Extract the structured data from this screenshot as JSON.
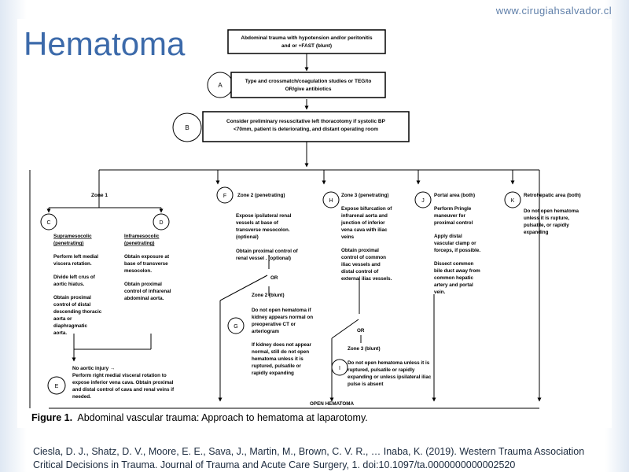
{
  "header": {
    "url": "www.cirugiahsalvador.cl",
    "title": "Hematoma"
  },
  "flow": {
    "top_box": [
      "Abdominal trauma with hypotension and/or peritonitis",
      "and or +FAST (blunt)"
    ],
    "A": {
      "letter": "A",
      "lines": [
        "Type and crossmatch/coagulation studies or TEG/to",
        "OR/give antibiotics"
      ]
    },
    "B": {
      "letter": "B",
      "lines": [
        "Consider preliminary resuscitative left thoracotomy if systolic BP",
        "<70mm, patient is deteriorating, and distant operating room"
      ]
    },
    "zone1": {
      "label": "Zone 1"
    },
    "C": {
      "letter": "C",
      "head": [
        "Supramesocolic",
        "(penetrating)"
      ],
      "lines": [
        "Perform left medial",
        "viscera rotation.",
        "",
        "Divide left crus of",
        "aortic hiatus.",
        "",
        "Obtain proximal",
        "control of distal",
        "descending thoracic",
        "aorta or",
        "diaphragmatic",
        "aorta."
      ]
    },
    "D": {
      "letter": "D",
      "head": [
        "Inframesocolic",
        "(penetrating)"
      ],
      "lines": [
        "Obtain exposure at",
        "base of transverse",
        "mesocolon.",
        "",
        "Obtain proximal",
        "control of infrarenal",
        "abdominal aorta."
      ]
    },
    "E": {
      "letter": "E",
      "lines": [
        "No aortic injury →",
        "Perform right medial visceral rotation to",
        "expose inferior vena cava.  Obtain proximal",
        "and distal control of cava and renal veins if",
        "needed."
      ]
    },
    "F": {
      "letter": "F",
      "head": "Zone 2 (penetrating)",
      "lines": [
        "Expose ipsilateral renal",
        "vessels at base of",
        "transverse mesocolon.",
        "(optional)",
        "",
        "Obtain proximal control of",
        "renal vessel . (optional)"
      ]
    },
    "or1": "OR",
    "G": {
      "letter": "G",
      "head": "Zone 2 (blunt)",
      "lines": [
        "Do not open hematoma if",
        "kidney appears normal on",
        "preoperative CT or",
        "arteriogram",
        "",
        "If kidney does not appear",
        "normal, still do not open",
        "hematoma unless it is",
        "ruptured, pulsatile or",
        "rapidly expanding"
      ]
    },
    "H": {
      "letter": "H",
      "head": "Zone 3 (penetrating)",
      "lines": [
        "Expose bifurcation of",
        "infrarenal aorta and",
        "junction of inferior",
        "vena cava with iliac",
        "veins",
        "",
        "Obtain proximal",
        "control of common",
        "iliac vessels and",
        "distal control of",
        "external iliac vessels."
      ]
    },
    "or2": "OR",
    "I": {
      "letter": "I",
      "head": "Zone 3 (blunt)",
      "lines": [
        "Do not open hematoma unless it is",
        "ruptured, pulsatile or rapidly",
        "expanding or unless ipsilateral iliac",
        "pulse is absent"
      ]
    },
    "J": {
      "letter": "J",
      "head": "Portal area (both)",
      "lines": [
        "Perform Pringle",
        "maneuver for",
        "proximal control",
        "",
        "Apply distal",
        "vascular clamp or",
        "forceps, if possible.",
        "",
        "Dissect common",
        "bile duct away from",
        "common hepatic",
        "artery and portal",
        "vein."
      ]
    },
    "K": {
      "letter": "K",
      "head": "Retrohepatic area  (both)",
      "lines": [
        "Do not open hematoma",
        "unless it is rupture,",
        "pulsatile, or rapidly",
        "expanding"
      ]
    },
    "open": "OPEN HEMATOMA"
  },
  "caption": {
    "label": "Figure 1.",
    "text": "Abdominal vascular trauma: Approach to hematoma at laparotomy."
  },
  "citation": "Ciesla, D. J., Shatz, D. V., Moore, E. E., Sava, J., Martin, M., Brown, C. V. R., … Inaba, K. (2019). Western Trauma Association Critical Decisions in Trauma. Journal of Trauma and Acute Care Surgery, 1. doi:10.1097/ta.0000000000002520"
}
